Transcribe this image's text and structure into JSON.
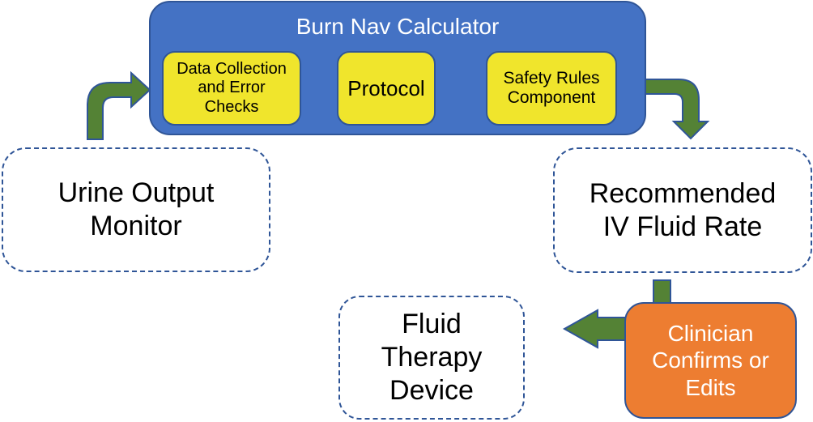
{
  "calculator": {
    "title": "Burn Nav Calculator",
    "steps": [
      {
        "lines": [
          "Data Collection",
          "and Error",
          "Checks"
        ]
      },
      {
        "lines": [
          "Protocol"
        ]
      },
      {
        "lines": [
          "Safety Rules",
          "Component"
        ]
      }
    ]
  },
  "nodes": {
    "urine_monitor": {
      "lines": [
        "Urine Output",
        "Monitor"
      ]
    },
    "recommended_rate": {
      "lines": [
        "Recommended",
        "IV Fluid Rate"
      ]
    },
    "fluid_device": {
      "lines": [
        "Fluid",
        "Therapy",
        "Device"
      ]
    },
    "clinician": {
      "lines": [
        "Clinician",
        "Confirms or",
        "Edits"
      ]
    }
  },
  "colors": {
    "calculator_fill": "#4472c4",
    "step_fill": "#f0e52c",
    "arrow_fill": "#548235",
    "outline": "#2f5597",
    "clinician_fill": "#ed7d31"
  }
}
